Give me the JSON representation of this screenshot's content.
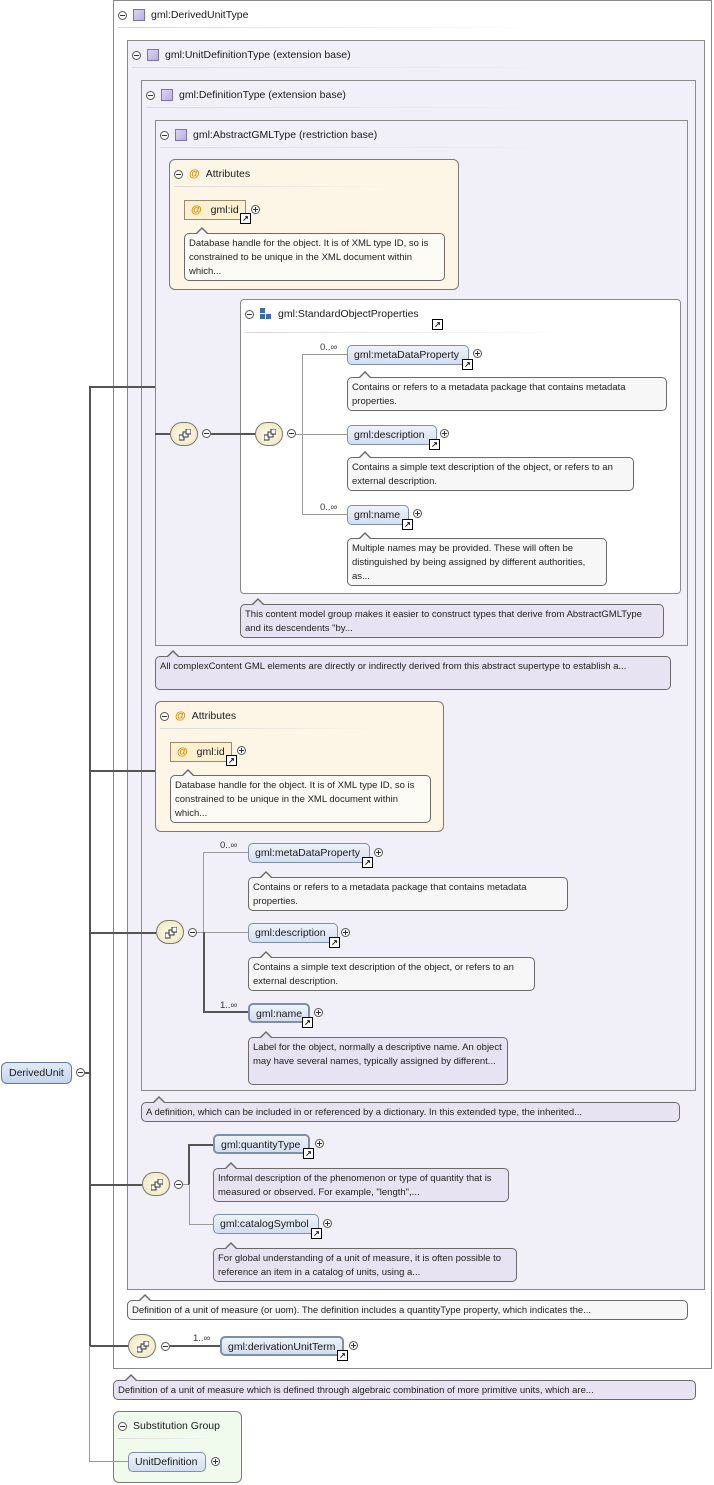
{
  "root": {
    "name": "DerivedUnit"
  },
  "derived_unit_type": {
    "label": "gml:DerivedUnitType"
  },
  "unit_definition_type": {
    "label": "gml:UnitDefinitionType (extension base)"
  },
  "definition_type": {
    "label": "gml:DefinitionType (extension base)"
  },
  "abstract_gml_type": {
    "label": "gml:AbstractGMLType (restriction base)"
  },
  "attributes_inner": {
    "title": "Attributes",
    "id_label": "gml:id",
    "id_desc": "Database handle for the object. It is of XML type ID, so is constrained to be unique in the XML document within which..."
  },
  "standard_object_properties": {
    "label": "gml:StandardObjectProperties",
    "metadata": {
      "label": "gml:metaDataProperty",
      "card": "0..∞",
      "desc": "Contains or refers to a metadata package that contains metadata properties."
    },
    "description": {
      "label": "gml:description",
      "desc": "Contains a simple text description of the object, or refers to an external description."
    },
    "name": {
      "label": "gml:name",
      "card": "0..∞",
      "desc": "Multiple names may be provided. These will often be distinguished by being assigned by different authorities, as..."
    },
    "group_desc": "This content model group makes it easier to construct types that derive from AbstractGMLType and its descendents \"by..."
  },
  "abstract_gml_desc": "All complexContent GML elements are directly or indirectly derived from this abstract supertype to establish a...",
  "attributes_outer": {
    "title": "Attributes",
    "id_label": "gml:id",
    "id_desc": "Database handle for the object. It is of XML type ID, so is constrained to be unique in the XML document within which..."
  },
  "definition_seq": {
    "metadata": {
      "label": "gml:metaDataProperty",
      "card": "0..∞",
      "desc": "Contains or refers to a metadata package that contains metadata properties."
    },
    "description": {
      "label": "gml:description",
      "desc": "Contains a simple text description of the object, or refers to an external description."
    },
    "name": {
      "label": "gml:name",
      "card": "1..∞",
      "desc": "Label for the object, normally a descriptive name. An object may have several names, typically assigned by different..."
    }
  },
  "definition_desc": "A definition, which can be included in or referenced by a dictionary. In this extended type, the inherited...",
  "unit_seq": {
    "quantity_type": {
      "label": "gml:quantityType",
      "desc": "Informal description of the phenomenon or type of quantity that is measured or observed. For example, \"length\",..."
    },
    "catalog_symbol": {
      "label": "gml:catalogSymbol",
      "desc": "For global understanding of a unit of measure, it is often possible to reference an item in a catalog of units, using a..."
    }
  },
  "unit_definition_desc": "Definition of a unit of measure (or uom). The definition includes a quantityType property, which indicates the...",
  "derivation": {
    "label": "gml:derivationUnitTerm",
    "card": "1..∞"
  },
  "derived_unit_desc": "Definition of a unit of measure which is defined through algebraic combination of more primitive units, which are...",
  "substitution": {
    "title": "Substitution Group",
    "item": "UnitDefinition"
  }
}
